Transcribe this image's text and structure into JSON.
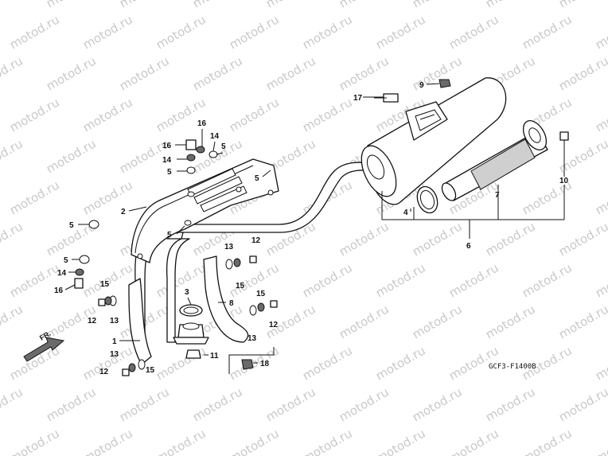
{
  "watermark": "motod.ru",
  "diagram_code": "GCF3-F1400B",
  "direction_label": "FR.",
  "callouts": {
    "c1": "1",
    "c2": "2",
    "c3": "3",
    "c4": "4",
    "c5": "5",
    "c6": "6",
    "c7": "7",
    "c8": "8",
    "c9": "9",
    "c10": "10",
    "c11": "11",
    "c12": "12",
    "c13": "13",
    "c14": "14",
    "c15": "15",
    "c16": "16",
    "c17": "17",
    "c18": "18"
  }
}
